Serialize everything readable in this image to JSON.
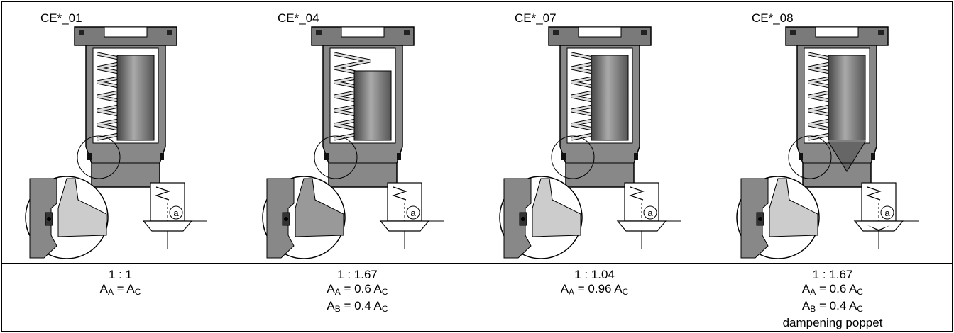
{
  "columns": [
    {
      "code": "CE*_01",
      "ratio": "1 : 1",
      "lines": [
        {
          "a": "A",
          "as": "A",
          "eq": " = ",
          "b": "A",
          "bs": "C",
          "post": ""
        }
      ],
      "note": ""
    },
    {
      "code": "CE*_04",
      "ratio": "1 : 1.67",
      "lines": [
        {
          "a": "A",
          "as": "A",
          "eq": " = 0.6 ",
          "b": "A",
          "bs": "C",
          "post": ""
        },
        {
          "a": "A",
          "as": "B",
          "eq": " = 0.4 ",
          "b": "A",
          "bs": "C",
          "post": ""
        }
      ],
      "note": ""
    },
    {
      "code": "CE*_07",
      "ratio": "1 : 1.04",
      "lines": [
        {
          "a": "A",
          "as": "A",
          "eq": " = 0.96 ",
          "b": "A",
          "bs": "C",
          "post": ""
        }
      ],
      "note": ""
    },
    {
      "code": "CE*_08",
      "ratio": "1 : 1.67",
      "lines": [
        {
          "a": "A",
          "as": "A",
          "eq": " = 0.6 ",
          "b": "A",
          "bs": "C",
          "post": ""
        },
        {
          "a": "A",
          "as": "B",
          "eq": " = 0.4 ",
          "b": "A",
          "bs": "C",
          "post": ""
        }
      ],
      "note": "dampening poppet"
    }
  ],
  "symbol": "a"
}
